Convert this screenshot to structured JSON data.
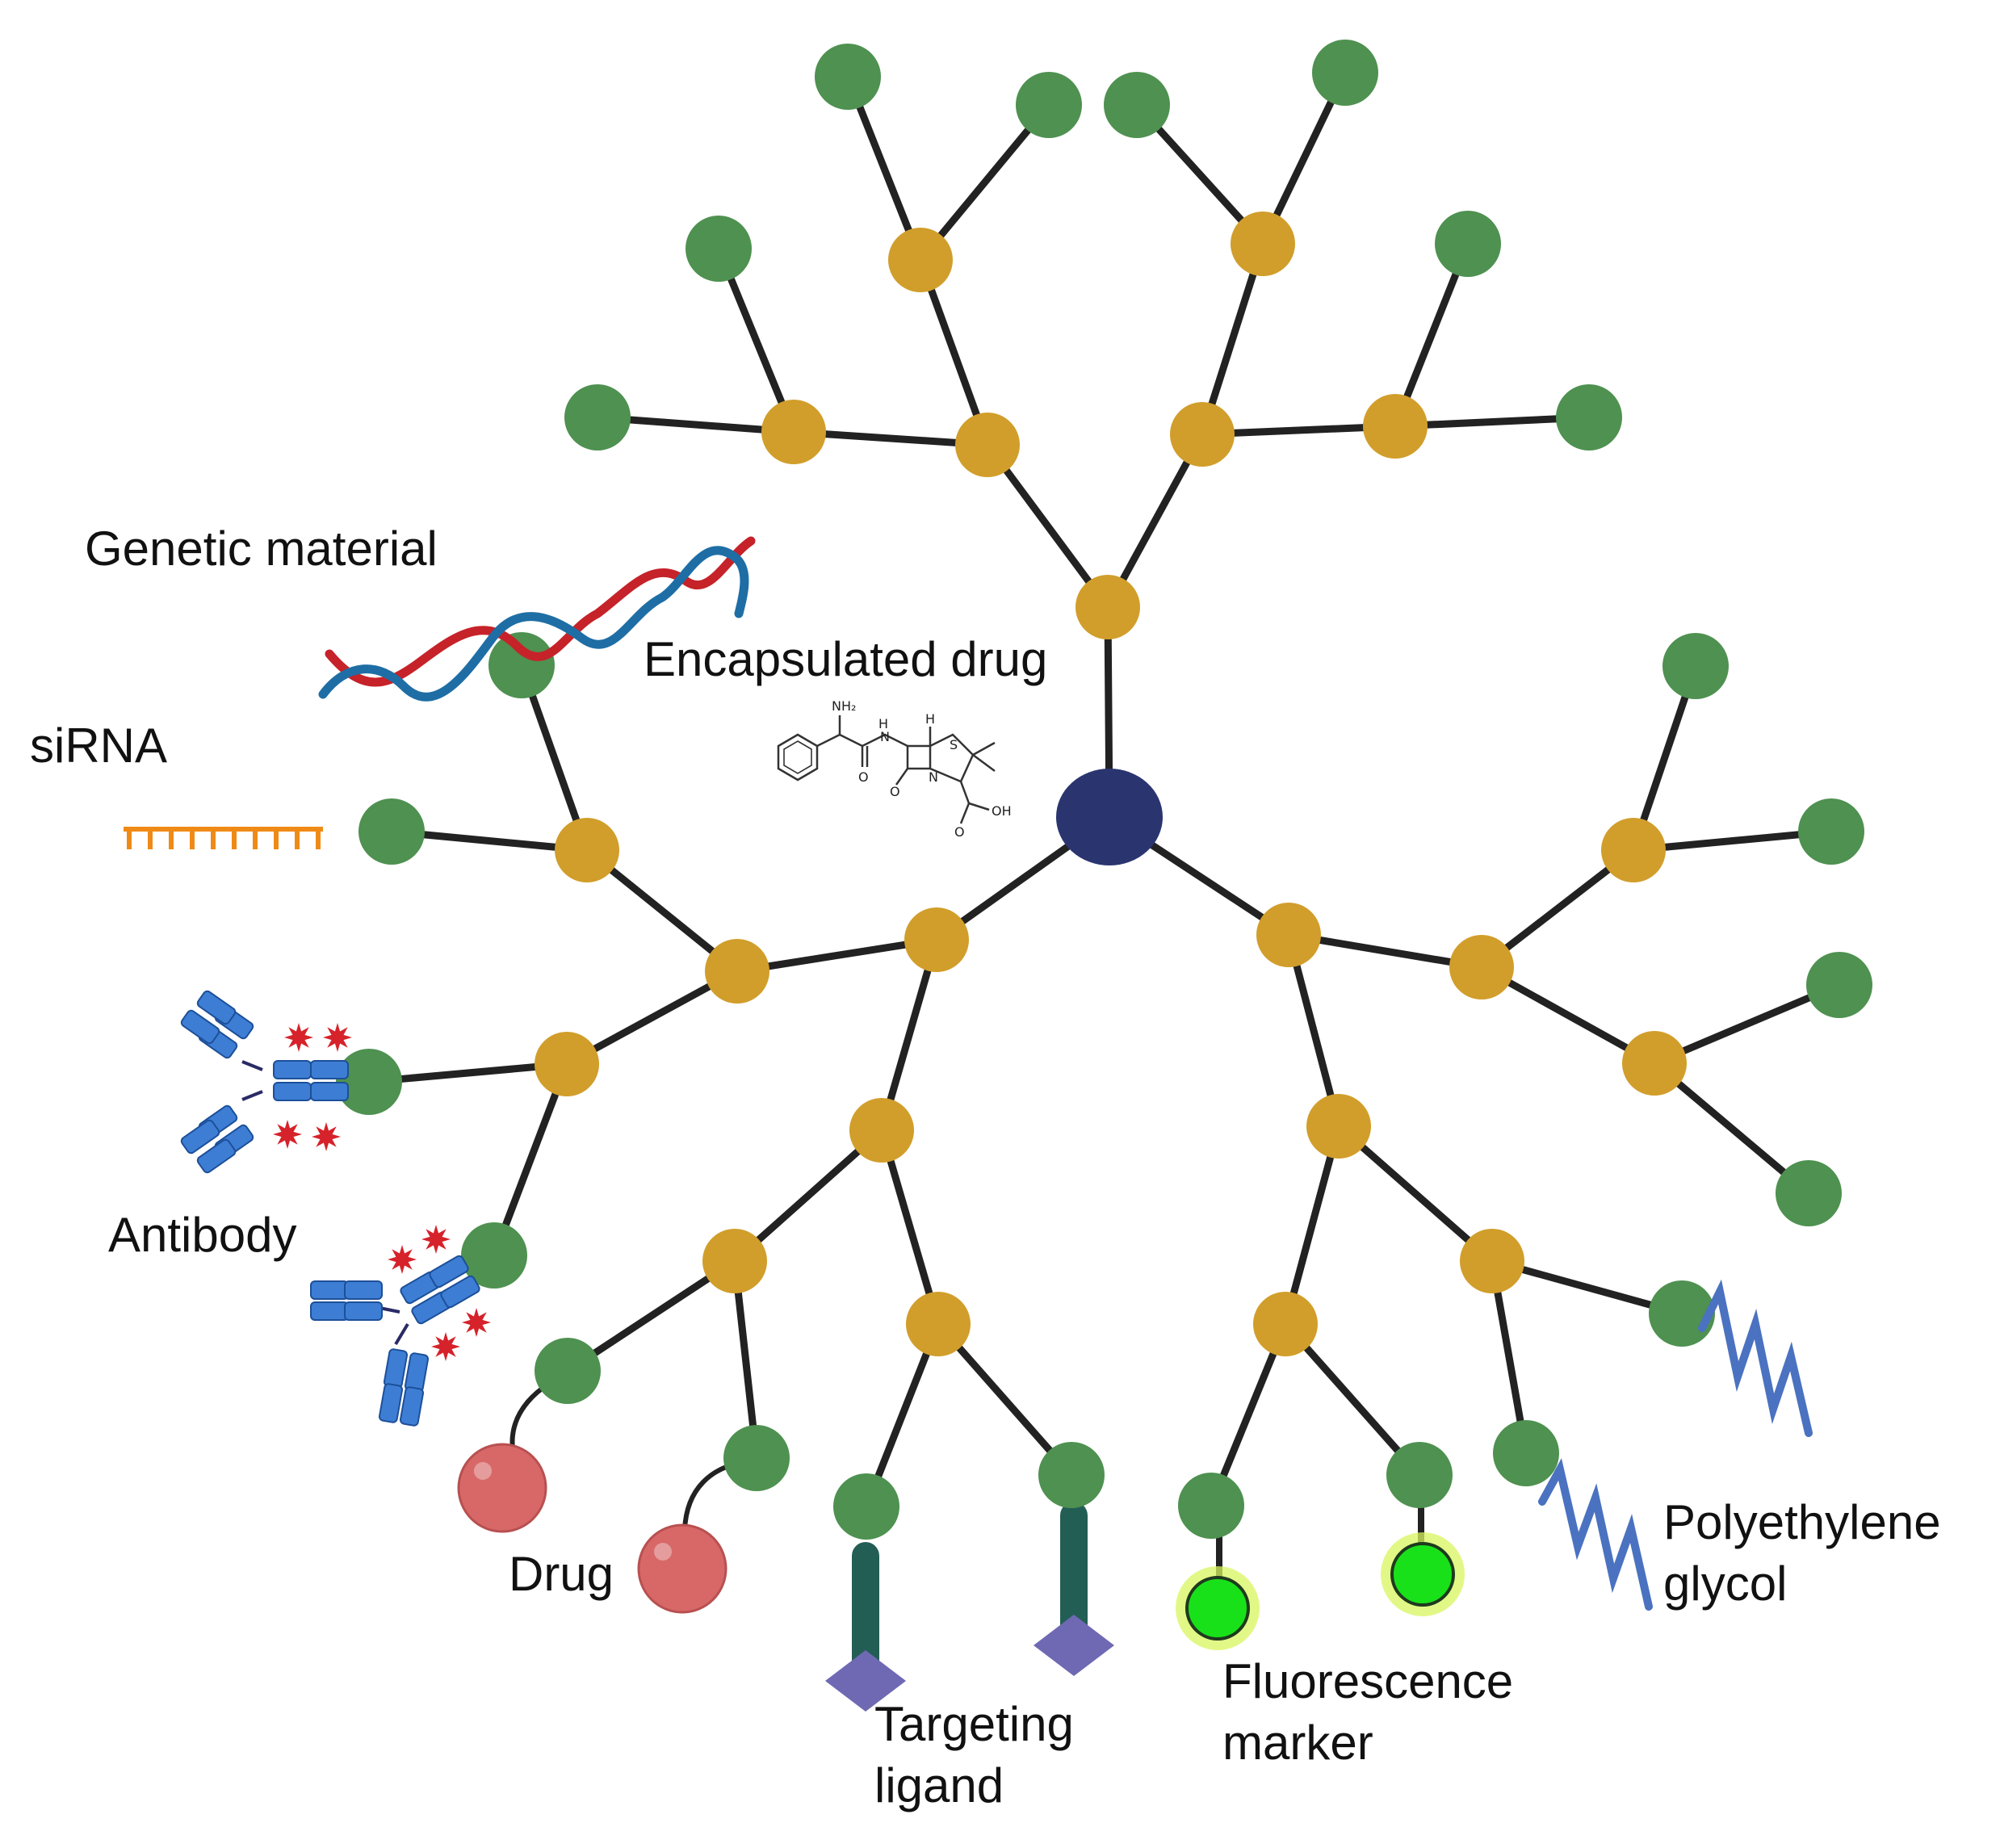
{
  "colors": {
    "core": "#2a3570",
    "branch": "#d19e2b",
    "terminal": "#4e9150",
    "line": "#222222",
    "drug": "#d86868",
    "ligand_stem": "#235e55",
    "ligand_head": "#6f69b4",
    "fluor": "#19e119",
    "peg": "#4a72c0",
    "dna_red": "#c62229",
    "dna_blue": "#1e6ea5",
    "sirna": "#f08a16",
    "antibody": "#3d7ed4",
    "star": "#d6222a"
  },
  "labels": {
    "genetic_material": "Genetic material",
    "encapsulated_drug": "Encapsulated drug",
    "sirna": "siRNA",
    "antibody": "Antibody",
    "drug": "Drug",
    "targeting_ligand_1": "Targeting",
    "targeting_ligand_2": "ligand",
    "fluorescence_1": "Fluorescence",
    "fluorescence_2": "marker",
    "peg_1": "Polyethylene",
    "peg_2": "glycol"
  },
  "molecule": {
    "nh2": "NH₂",
    "h_amide": "H",
    "n_amide": "N",
    "o_amide": "O",
    "h_ring": "H",
    "s": "S",
    "n_ring": "N",
    "o_ring": "O",
    "oh": "OH",
    "o_acid": "O"
  }
}
